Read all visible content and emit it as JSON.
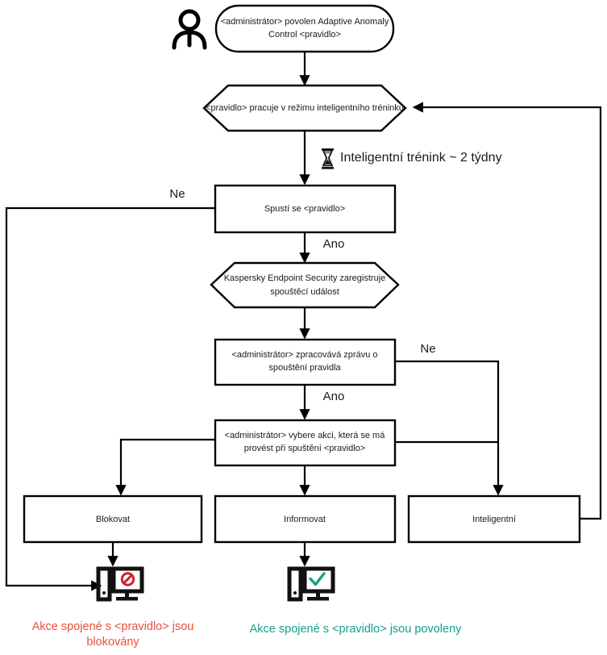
{
  "diagram": {
    "title": "Adaptive Anomaly Control rule workflow",
    "colors": {
      "blocked": "#e8503a",
      "allowed": "#149e8c",
      "stroke": "#000000",
      "fill": "#ffffff"
    },
    "actor": {
      "icon": "person-icon"
    },
    "nodes": {
      "start": {
        "shape": "rounded",
        "text_line1": "<administrátor> povolen Adaptive Anomaly",
        "text_line2": "Control <pravidlo>"
      },
      "smart_training": {
        "shape": "hexagon",
        "text_line1": "<pravidlo> pracuje v režimu inteligentního tréninku"
      },
      "rule_triggers": {
        "shape": "rect",
        "text_line1": "Spustí se <pravidlo>"
      },
      "kes_registers": {
        "shape": "hexagon",
        "text_line1": "Kaspersky Endpoint Security zaregistruje",
        "text_line2": "spouštěcí událost"
      },
      "admin_processes": {
        "shape": "rect",
        "text_line1": "<administrátor> zpracovává zprávu o",
        "text_line2": "spouštění pravidla"
      },
      "admin_selects": {
        "shape": "rect",
        "text_line1": "<administrátor> vybere akci, která se má",
        "text_line2": "provést při spuštění <pravidlo>"
      },
      "action_block": {
        "shape": "rect",
        "text_line1": "Blokovat"
      },
      "action_inform": {
        "shape": "rect",
        "text_line1": "Informovat"
      },
      "action_smart": {
        "shape": "rect",
        "text_line1": "Inteligentní"
      }
    },
    "timer": {
      "icon": "hourglass-icon",
      "label": "Inteligentní trénink ~ 2 týdny"
    },
    "branch_labels": {
      "trigger_no": "Ne",
      "trigger_yes": "Ano",
      "process_no": "Ne",
      "process_yes": "Ano"
    },
    "outcome_icons": {
      "blocked": "monitor-blocked-icon",
      "allowed": "monitor-allowed-icon"
    },
    "captions": {
      "blocked_line1": "Akce spojené s <pravidlo> jsou",
      "blocked_line2": "blokovány",
      "allowed_line1": "Akce spojené s <pravidlo> jsou povoleny"
    }
  }
}
